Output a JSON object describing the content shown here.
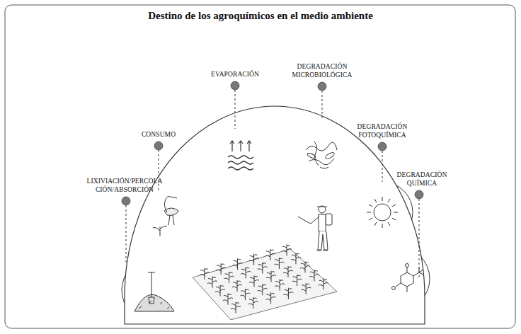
{
  "diagram": {
    "title": "Destino de los agroquímicos en el medio ambiente",
    "labels": [
      "LIXIVIACIÓN/PERCOLA CIÓN/ABSORCIÓN",
      "CONSUMO",
      "EVAPORACIÓN",
      "DEGRADACIÓN MICROBIOLÓGICA",
      "DEGRADACIÓN FOTOQUÍMICA",
      "DEGRADACIÓN QUÍMICA"
    ]
  }
}
